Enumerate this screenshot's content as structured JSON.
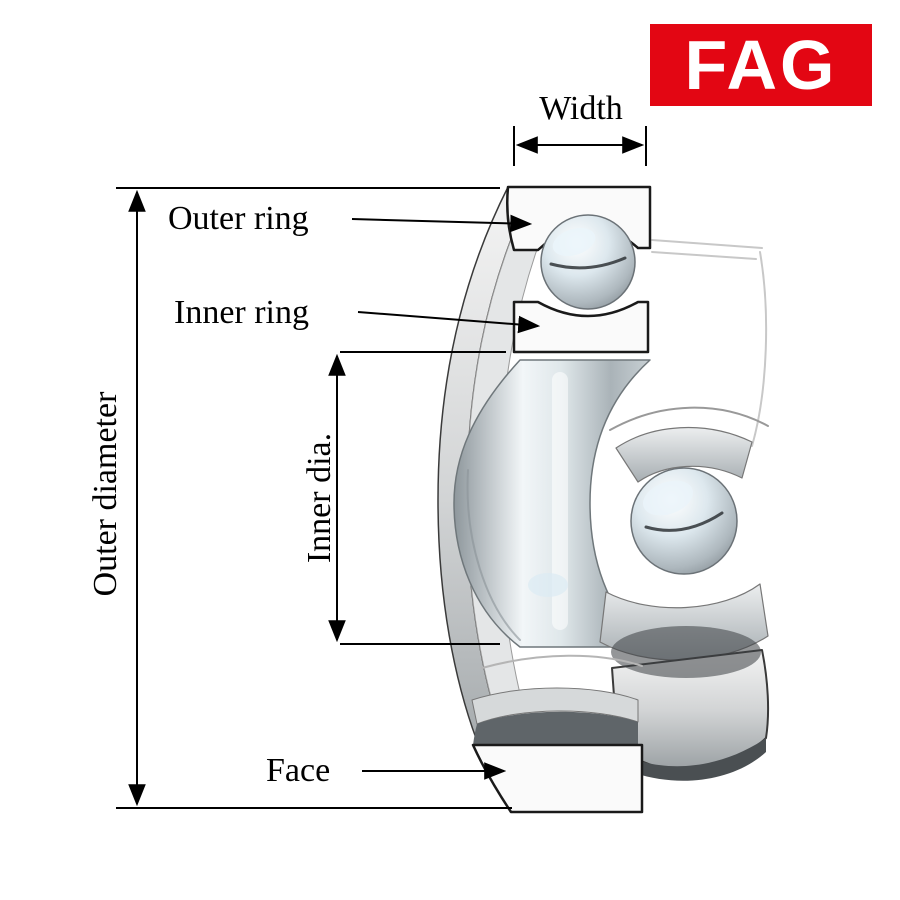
{
  "brand": {
    "logo_text": "FAG",
    "logo_bg_color": "#e30613",
    "logo_text_color": "#ffffff"
  },
  "labels": {
    "width": "Width",
    "outer_ring": "Outer ring",
    "inner_ring": "Inner ring",
    "inner_dia": "Inner dia.",
    "outer_diameter": "Outer diameter",
    "face": "Face"
  },
  "colors": {
    "dimension_line": "#000000",
    "cut_face": "#fafafa",
    "outline": "#1a1a1a",
    "metal_light": "#f4f4f4",
    "metal_dark": "#9aa0a3"
  }
}
